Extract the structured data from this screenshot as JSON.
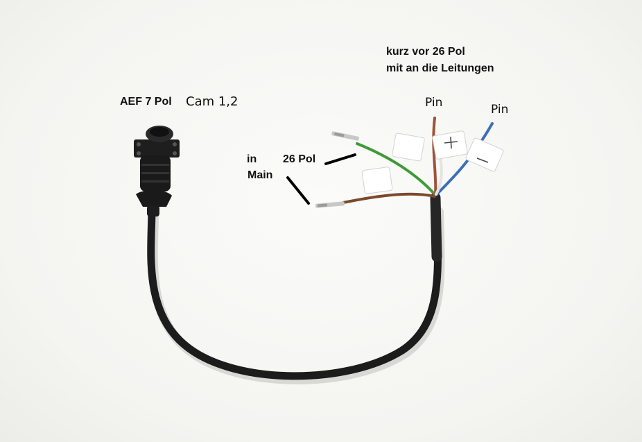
{
  "labels": {
    "connector_name": "AEF 7 Pol",
    "connector_sub": "Cam 1,2",
    "in_label": "in",
    "main_label": "Main",
    "pol26_label": "26 Pol",
    "note_line1": "kurz vor 26 Pol",
    "note_line2": "mit an die Leitungen",
    "pin_left": "Pin",
    "pin_right": "Pin"
  },
  "colors": {
    "cable": "#1c1c1c",
    "wire_green": "#3f9a3a",
    "wire_brown": "#7a4a2e",
    "wire_blue": "#3c6fb8",
    "wire_white": "#e4e4e4",
    "wire_red_brown": "#a0523a",
    "background": "#f7f7f5"
  }
}
